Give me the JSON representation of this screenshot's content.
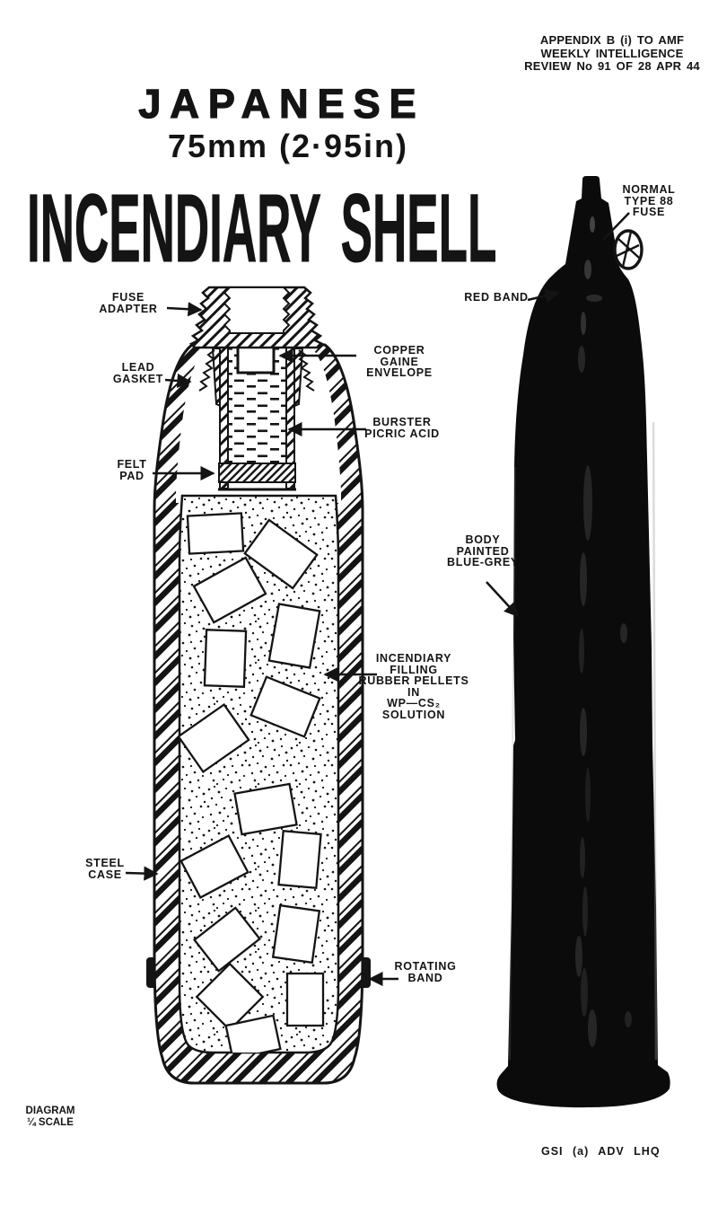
{
  "document": {
    "header": "APPENDIX B (i) TO AMF\nWEEKLY INTELLIGENCE\nREVIEW No 91 OF 28 APR 44",
    "title": {
      "nationality": "JAPANESE",
      "caliber": "75mm (2·95in)",
      "main": "INCENDIARY SHELL"
    },
    "footer": {
      "scale_note": "DIAGRAM\n¼ SCALE",
      "credit": "GSI (a) ADV LHQ"
    }
  },
  "diagram_labels": {
    "fuse_adapter": "FUSE\nADAPTER",
    "lead_gasket": "LEAD\nGASKET",
    "felt_pad": "FELT\nPAD",
    "copper_gaine": "COPPER GAINE\nENVELOPE",
    "burster": "BURSTER\nPICRIC ACID",
    "incendiary_filling": "INCENDIARY\nFILLING\nRUBBER PELLETS\nIN\nWP—CS₂ SOLUTION",
    "steel_case": "STEEL\nCASE",
    "rotating_band": "ROTATING\nBAND"
  },
  "photo_labels": {
    "fuse": "NORMAL\nTYPE 88\nFUSE",
    "red_band": "RED BAND",
    "body": "BODY\nPAINTED\nBLUE-GREY"
  },
  "colors": {
    "ink": "#141414",
    "paper": "#ffffff",
    "photo_black": "#0b0b0b"
  }
}
